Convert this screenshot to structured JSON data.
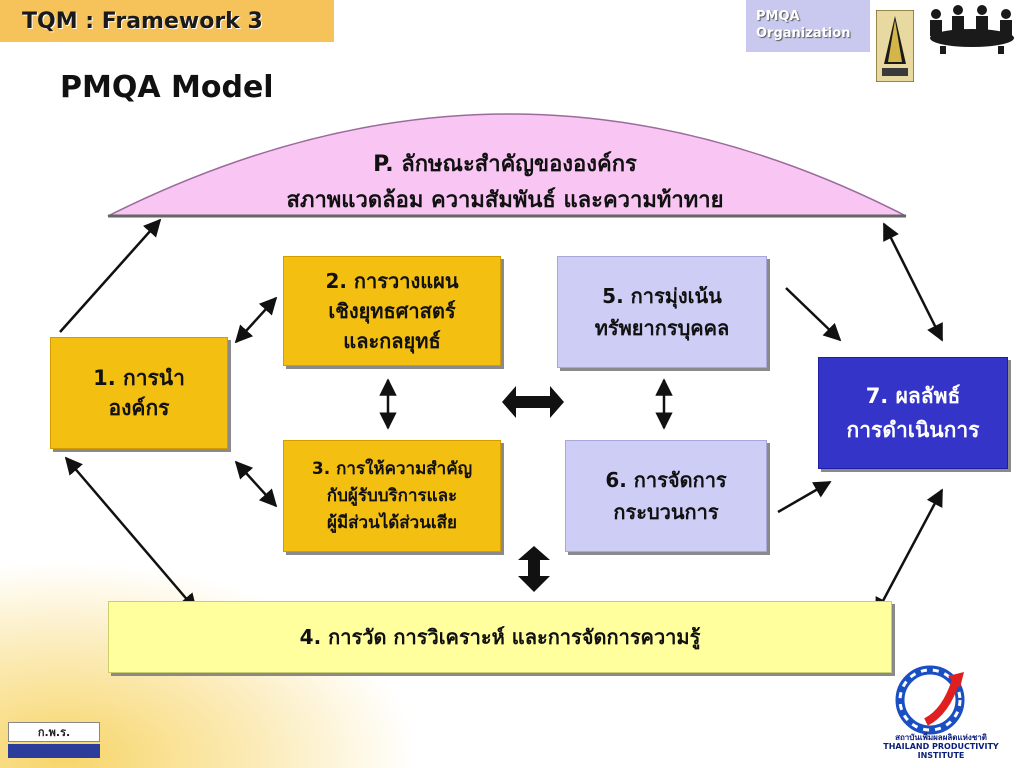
{
  "header": {
    "tab_title": "TQM : Framework  3",
    "org_label_line1": "PMQA",
    "org_label_line2": "Organization",
    "subtitle": "PMQA Model"
  },
  "profile": {
    "line1": "P. ลักษณะสำคัญขององค์กร",
    "line2": "สภาพแวดล้อม ความสัมพันธ์ และความท้าทาย",
    "color": "#f9c6f4"
  },
  "categories": {
    "c1": {
      "line1": "1. การนำ",
      "line2": "องค์กร"
    },
    "c2": {
      "line1": "2. การวางแผน",
      "line2": "เชิงยุทธศาสตร์",
      "line3": "และกลยุทธ์"
    },
    "c3": {
      "line1": "3. การให้ความสำคัญ",
      "line2": "กับผู้รับบริการและ",
      "line3": "ผู้มีส่วนได้ส่วนเสีย"
    },
    "c4": {
      "line1": "4. การวัด การวิเคราะห์ และการจัดการความรู้"
    },
    "c5": {
      "line1": "5. การมุ่งเน้น",
      "line2": "ทรัพยากรบุคคล"
    },
    "c6": {
      "line1": "6. การจัดการ",
      "line2": "กระบวนการ"
    },
    "c7": {
      "line1": "7. ผลลัพธ์",
      "line2": "การดำเนินการ"
    }
  },
  "colors": {
    "accent_yellow": "#f3bf11",
    "lavender": "#cdcdf6",
    "results_blue": "#3434c8",
    "measure_yellow": "#ffff9e",
    "header_tab": "#f6c25a"
  },
  "footer": {
    "left_logo_text": "ก.พ.ร.",
    "tpi_caption_line1": "สถาบันเพิ่มผลผลิตแห่งชาติ",
    "tpi_caption_line2": "THAILAND PRODUCTIVITY INSTITUTE"
  }
}
